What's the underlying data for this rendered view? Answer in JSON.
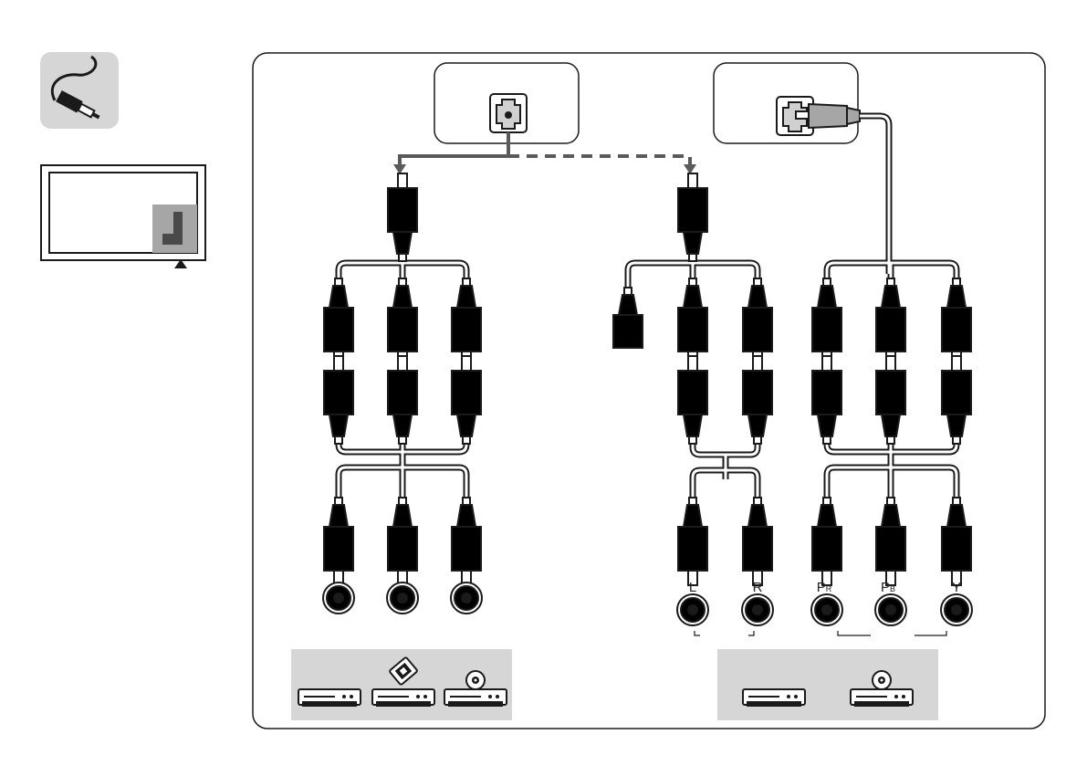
{
  "colors": {
    "light_gray": "#d0d0d0",
    "white": "#ffffff",
    "dark_gray": "#5c5c5c",
    "mid_gray": "#a6a6a6",
    "panel_gray": "#d6d6d6",
    "outline": "#1a1a1a",
    "arrow": "#5a5a5a"
  },
  "icons": {
    "cable": "cable-icon",
    "tv": "tv-back-panel-icon",
    "vcr": "vcr-player-icon",
    "camcorder": "camcorder-device-icon",
    "dvd": "dvd-player-icon",
    "port": "av-in-jack-icon"
  },
  "labels": {
    "l": "L",
    "r": "R",
    "pr_main": "P",
    "pr_sub": "R",
    "pb_main": "P",
    "pb_sub": "B",
    "y": "Y"
  }
}
